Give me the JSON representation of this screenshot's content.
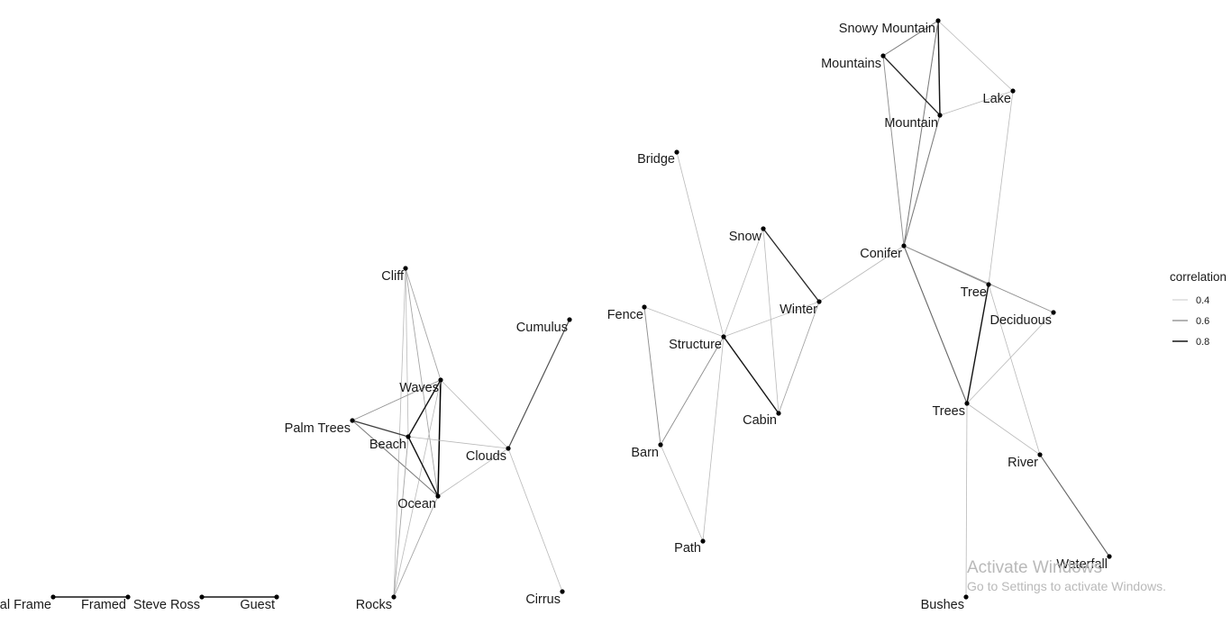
{
  "graph": {
    "nodes": [
      "Snowy Mountain",
      "Mountains",
      "Mountain",
      "Lake",
      "Bridge",
      "Snow",
      "Conifer",
      "Winter",
      "Fence",
      "Structure",
      "Cabin",
      "Barn",
      "Path",
      "Tree",
      "Deciduous",
      "Trees",
      "River",
      "Waterfall",
      "Bushes",
      "Cliff",
      "Cumulus",
      "Waves",
      "Palm Trees",
      "Beach",
      "Clouds",
      "Ocean",
      "Rocks",
      "Cirrus",
      "al Frame",
      "Framed",
      "Steve Ross",
      "Guest"
    ],
    "edges": [
      {
        "from": "Snowy Mountain",
        "to": "Mountains",
        "correlation": 0.55
      },
      {
        "from": "Snowy Mountain",
        "to": "Mountain",
        "correlation": 0.8
      },
      {
        "from": "Snowy Mountain",
        "to": "Lake",
        "correlation": 0.4
      },
      {
        "from": "Snowy Mountain",
        "to": "Conifer",
        "correlation": 0.55
      },
      {
        "from": "Mountains",
        "to": "Mountain",
        "correlation": 0.75
      },
      {
        "from": "Mountains",
        "to": "Conifer",
        "correlation": 0.5
      },
      {
        "from": "Mountain",
        "to": "Lake",
        "correlation": 0.4
      },
      {
        "from": "Mountain",
        "to": "Conifer",
        "correlation": 0.55
      },
      {
        "from": "Lake",
        "to": "Tree",
        "correlation": 0.4
      },
      {
        "from": "Conifer",
        "to": "Winter",
        "correlation": 0.4
      },
      {
        "from": "Conifer",
        "to": "Tree",
        "correlation": 0.5
      },
      {
        "from": "Conifer",
        "to": "Deciduous",
        "correlation": 0.5
      },
      {
        "from": "Conifer",
        "to": "Trees",
        "correlation": 0.6
      },
      {
        "from": "Tree",
        "to": "Trees",
        "correlation": 0.8
      },
      {
        "from": "Tree",
        "to": "River",
        "correlation": 0.4
      },
      {
        "from": "Deciduous",
        "to": "Trees",
        "correlation": 0.4
      },
      {
        "from": "Trees",
        "to": "River",
        "correlation": 0.4
      },
      {
        "from": "Trees",
        "to": "Bushes",
        "correlation": 0.4
      },
      {
        "from": "River",
        "to": "Waterfall",
        "correlation": 0.6
      },
      {
        "from": "Bridge",
        "to": "Structure",
        "correlation": 0.4
      },
      {
        "from": "Snow",
        "to": "Winter",
        "correlation": 0.75
      },
      {
        "from": "Snow",
        "to": "Structure",
        "correlation": 0.4
      },
      {
        "from": "Snow",
        "to": "Cabin",
        "correlation": 0.4
      },
      {
        "from": "Winter",
        "to": "Structure",
        "correlation": 0.4
      },
      {
        "from": "Winter",
        "to": "Cabin",
        "correlation": 0.45
      },
      {
        "from": "Fence",
        "to": "Structure",
        "correlation": 0.4
      },
      {
        "from": "Fence",
        "to": "Barn",
        "correlation": 0.5
      },
      {
        "from": "Structure",
        "to": "Cabin",
        "correlation": 0.8
      },
      {
        "from": "Structure",
        "to": "Barn",
        "correlation": 0.5
      },
      {
        "from": "Structure",
        "to": "Path",
        "correlation": 0.4
      },
      {
        "from": "Barn",
        "to": "Path",
        "correlation": 0.4
      },
      {
        "from": "Cliff",
        "to": "Waves",
        "correlation": 0.45
      },
      {
        "from": "Cliff",
        "to": "Beach",
        "correlation": 0.4
      },
      {
        "from": "Cliff",
        "to": "Ocean",
        "correlation": 0.45
      },
      {
        "from": "Cliff",
        "to": "Rocks",
        "correlation": 0.4
      },
      {
        "from": "Waves",
        "to": "Palm Trees",
        "correlation": 0.5
      },
      {
        "from": "Waves",
        "to": "Beach",
        "correlation": 0.8
      },
      {
        "from": "Waves",
        "to": "Ocean",
        "correlation": 0.85
      },
      {
        "from": "Waves",
        "to": "Clouds",
        "correlation": 0.4
      },
      {
        "from": "Waves",
        "to": "Rocks",
        "correlation": 0.4
      },
      {
        "from": "Palm Trees",
        "to": "Beach",
        "correlation": 0.7
      },
      {
        "from": "Palm Trees",
        "to": "Ocean",
        "correlation": 0.55
      },
      {
        "from": "Beach",
        "to": "Ocean",
        "correlation": 0.8
      },
      {
        "from": "Beach",
        "to": "Clouds",
        "correlation": 0.4
      },
      {
        "from": "Beach",
        "to": "Rocks",
        "correlation": 0.45
      },
      {
        "from": "Ocean",
        "to": "Clouds",
        "correlation": 0.4
      },
      {
        "from": "Ocean",
        "to": "Rocks",
        "correlation": 0.45
      },
      {
        "from": "Clouds",
        "to": "Cumulus",
        "correlation": 0.65
      },
      {
        "from": "Clouds",
        "to": "Cirrus",
        "correlation": 0.4
      },
      {
        "from": "al Frame",
        "to": "Framed",
        "correlation": 0.8
      },
      {
        "from": "Steve Ross",
        "to": "Guest",
        "correlation": 0.8
      }
    ]
  },
  "legend": {
    "title": "correlation",
    "items": [
      {
        "label": "0.4",
        "value": 0.4
      },
      {
        "label": "0.6",
        "value": 0.6
      },
      {
        "label": "0.8",
        "value": 0.8
      }
    ]
  },
  "watermark": {
    "title": "Activate Windows",
    "subtitle": "Go to Settings to activate Windows."
  }
}
